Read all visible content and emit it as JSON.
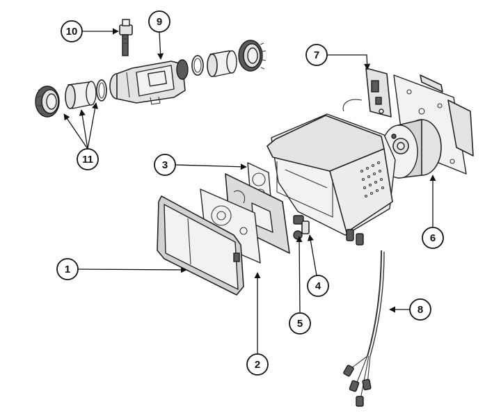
{
  "callouts": {
    "c1": "1",
    "c2": "2",
    "c3": "3",
    "c4": "4",
    "c5": "5",
    "c6": "6",
    "c7": "7",
    "c8": "8",
    "c9": "9",
    "c10": "10",
    "c11": "11"
  },
  "colors": {
    "line": "#222222",
    "fill": "#e3e3e3",
    "dark": "#5a5a5a",
    "background": "#ffffff"
  }
}
